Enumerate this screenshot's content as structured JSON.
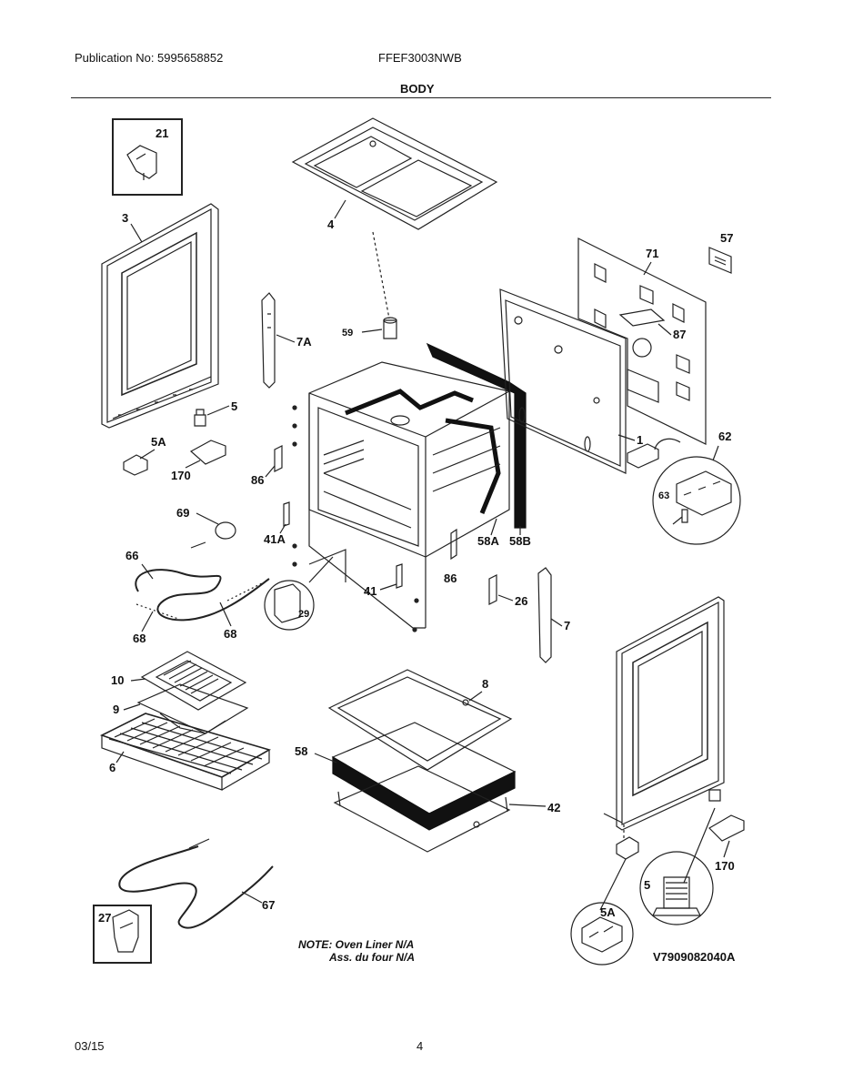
{
  "header": {
    "publication": "Publication No: 5995658852",
    "model": "FFEF3003NWB",
    "section_title": "BODY"
  },
  "footer": {
    "date": "03/15",
    "page": "4"
  },
  "note": {
    "line1": "NOTE: Oven Liner N/A",
    "line2": "Ass. du four N/A"
  },
  "diagram_code": "V7909082040A",
  "callouts": {
    "c21": "21",
    "c3": "3",
    "c4": "4",
    "c57": "57",
    "c71": "71",
    "c87": "87",
    "c59": "59",
    "c7A": "7A",
    "c5top": "5",
    "c5Atop": "5A",
    "c170top": "170",
    "c86left": "86",
    "c1": "1",
    "c62": "62",
    "c63": "63",
    "c69": "69",
    "c41A": "41A",
    "c58A": "58A",
    "c58B": "58B",
    "c66": "66",
    "c86mid": "86",
    "c41": "41",
    "c26": "26",
    "c29": "29",
    "c7": "7",
    "c68a": "68",
    "c68b": "68",
    "c10": "10",
    "c9": "9",
    "c6": "6",
    "c8": "8",
    "c58": "58",
    "c42": "42",
    "c170bot": "170",
    "c5bot": "5",
    "c5Abot": "5A",
    "c67": "67",
    "c27": "27"
  }
}
